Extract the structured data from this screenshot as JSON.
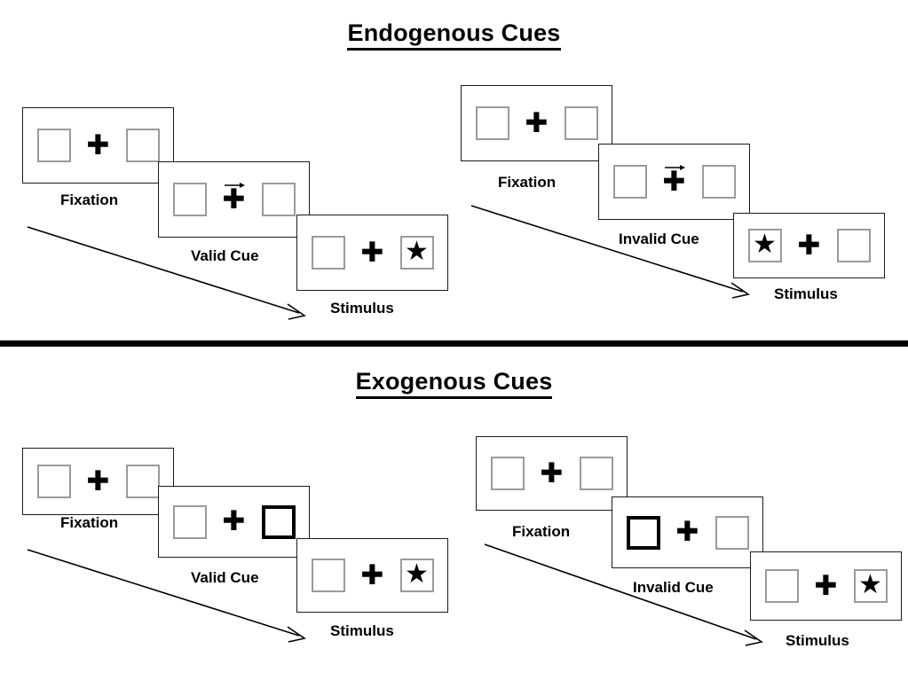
{
  "figure": {
    "title_top": "Endogenous Cues",
    "title_bottom": "Exogenous Cues",
    "glyphs": {
      "fixation_cross": "✚",
      "target_star": "★"
    },
    "colors": {
      "ink": "#000000",
      "placeholder_border": "#9a9a9a",
      "panel_border": "#1a1a1a",
      "background": "#ffffff"
    }
  },
  "sections": [
    {
      "id": "endogenous",
      "title": "Endogenous Cues",
      "cue_type": "central arrow",
      "sequences": [
        {
          "id": "endogenous-valid",
          "validity": "valid",
          "stages": [
            {
              "label": "Fixation",
              "left_box": "empty",
              "right_box": "empty",
              "cue": "none",
              "target": "none"
            },
            {
              "label": "Valid Cue",
              "left_box": "empty",
              "right_box": "empty",
              "cue": "arrow-right",
              "target": "none"
            },
            {
              "label": "Stimulus",
              "left_box": "empty",
              "right_box": "star",
              "cue": "none",
              "target": "right"
            }
          ]
        },
        {
          "id": "endogenous-invalid",
          "validity": "invalid",
          "stages": [
            {
              "label": "Fixation",
              "left_box": "empty",
              "right_box": "empty",
              "cue": "none",
              "target": "none"
            },
            {
              "label": "Invalid Cue",
              "left_box": "empty",
              "right_box": "empty",
              "cue": "arrow-right",
              "target": "none"
            },
            {
              "label": "Stimulus",
              "left_box": "star",
              "right_box": "empty",
              "cue": "none",
              "target": "left"
            }
          ]
        }
      ]
    },
    {
      "id": "exogenous",
      "title": "Exogenous Cues",
      "cue_type": "peripheral box highlight",
      "sequences": [
        {
          "id": "exogenous-valid",
          "validity": "valid",
          "stages": [
            {
              "label": "Fixation",
              "left_box": "empty",
              "right_box": "empty",
              "cue": "none",
              "target": "none"
            },
            {
              "label": "Valid Cue",
              "left_box": "empty",
              "right_box": "cued",
              "cue": "box-right",
              "target": "none"
            },
            {
              "label": "Stimulus",
              "left_box": "empty",
              "right_box": "star",
              "cue": "none",
              "target": "right"
            }
          ]
        },
        {
          "id": "exogenous-invalid",
          "validity": "invalid",
          "stages": [
            {
              "label": "Fixation",
              "left_box": "empty",
              "right_box": "empty",
              "cue": "none",
              "target": "none"
            },
            {
              "label": "Invalid Cue",
              "left_box": "cued",
              "right_box": "empty",
              "cue": "box-left",
              "target": "none"
            },
            {
              "label": "Stimulus",
              "left_box": "empty",
              "right_box": "star",
              "cue": "none",
              "target": "right"
            }
          ]
        }
      ]
    }
  ],
  "labels": {
    "fixation": "Fixation",
    "valid_cue": "Valid Cue",
    "invalid_cue": "Invalid Cue",
    "stimulus": "Stimulus"
  }
}
